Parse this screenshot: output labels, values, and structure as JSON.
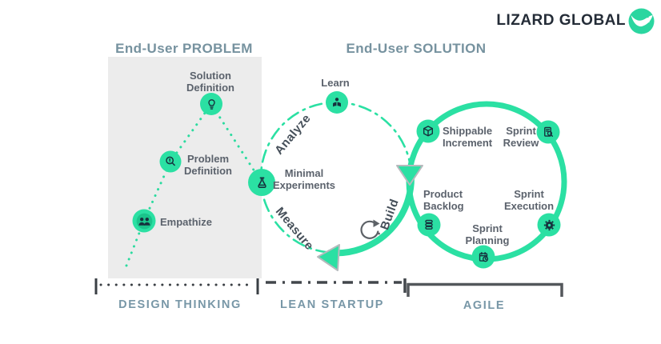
{
  "brand": {
    "name": "LIZARD GLOBAL"
  },
  "sections": {
    "problem_title": "End-User PROBLEM",
    "solution_title": "End-User SOLUTION"
  },
  "design_thinking": {
    "bracket_label": "DESIGN THINKING",
    "nodes": [
      {
        "label": "Empathize",
        "icon": "people-icon"
      },
      {
        "label": "Problem Definition",
        "icon": "magnifier-alert-icon"
      },
      {
        "label": "Solution Definition",
        "icon": "lightbulb-icon"
      }
    ]
  },
  "lean_startup": {
    "bracket_label": "LEAN STARTUP",
    "phases": [
      {
        "label": "Analyze"
      },
      {
        "label": "Measure"
      },
      {
        "label": "Build"
      }
    ],
    "nodes": [
      {
        "label": "Learn",
        "icon": "learning-icon"
      },
      {
        "label": "Minimal Experiments",
        "icon": "experiment-icon"
      }
    ]
  },
  "agile": {
    "bracket_label": "AGILE",
    "nodes": [
      {
        "label": "Shippable Increment",
        "icon": "package-icon"
      },
      {
        "label": "Sprint Review",
        "icon": "review-icon"
      },
      {
        "label": "Product Backlog",
        "icon": "backlog-icon"
      },
      {
        "label": "Sprint Planning",
        "icon": "calendar-icon"
      },
      {
        "label": "Sprint Execution",
        "icon": "gear-icon"
      }
    ]
  },
  "colors": {
    "accent_green": "#2be0a3",
    "inner_green": "#1bc48b",
    "icon_dark": "#16323e",
    "panel_gray": "#ececec",
    "title_blue_gray": "#76929f",
    "label_gray": "#5b626c",
    "bracket_label_blue": "#7897a7",
    "bracket_line_dark": "#42474c"
  }
}
